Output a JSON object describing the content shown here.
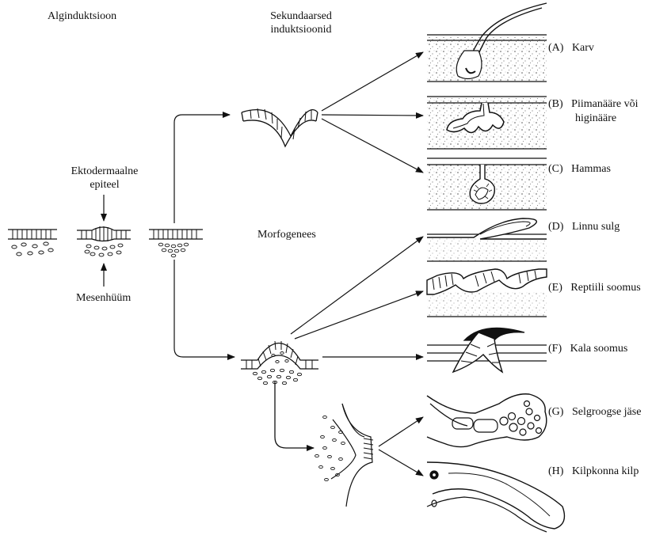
{
  "headings": {
    "primary_induction": "Alginduktsioon",
    "secondary_line1": "Sekundaarsed",
    "secondary_line2": "induktsioonid",
    "morphogenesis": "Morfogenees"
  },
  "labels": {
    "ectoderm_line1": "Ektodermaalne",
    "ectoderm_line2": "epiteel",
    "mesenchyme": "Mesenhüüm"
  },
  "outcomes": [
    {
      "id": "A",
      "marker": "(A)",
      "name": "Karv"
    },
    {
      "id": "B",
      "marker": "(B)",
      "name_line1": "Piimanääre või",
      "name_line2": "higinääre"
    },
    {
      "id": "C",
      "marker": "(C)",
      "name": "Hammas"
    },
    {
      "id": "D",
      "marker": "(D)",
      "name": "Linnu sulg"
    },
    {
      "id": "E",
      "marker": "(E)",
      "name": "Reptiili soomus"
    },
    {
      "id": "F",
      "marker": "(F)",
      "name": "Kala soomus"
    },
    {
      "id": "G",
      "marker": "(G)",
      "name": "Selgroogse jäse"
    },
    {
      "id": "H",
      "marker": "(H)",
      "name": "Kilpkonna kilp"
    }
  ]
}
